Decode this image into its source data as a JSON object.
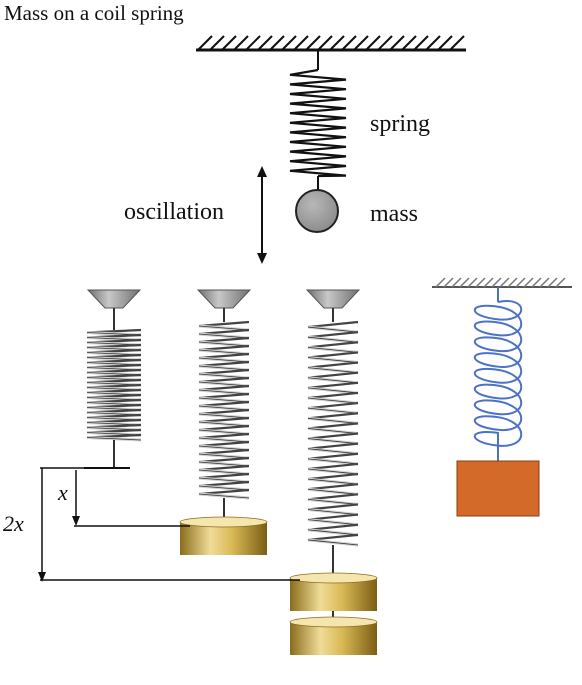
{
  "title": "Mass on a coil spring",
  "labels": {
    "spring": "spring",
    "mass": "mass",
    "oscillation": "oscillation",
    "x": "x",
    "two_x": "2x"
  },
  "colors": {
    "ink": "#111111",
    "mass_ball": "#9a9a9a",
    "weight_gold": "#c9a93e",
    "weight_gold_light": "#f0dc98",
    "weight_gold_dark": "#8a6d1c",
    "hook_gray": "#8c8c8c",
    "blue_spring": "#4a72c8",
    "orange_block": "#d46a2a",
    "hatch_gray": "#777777"
  }
}
